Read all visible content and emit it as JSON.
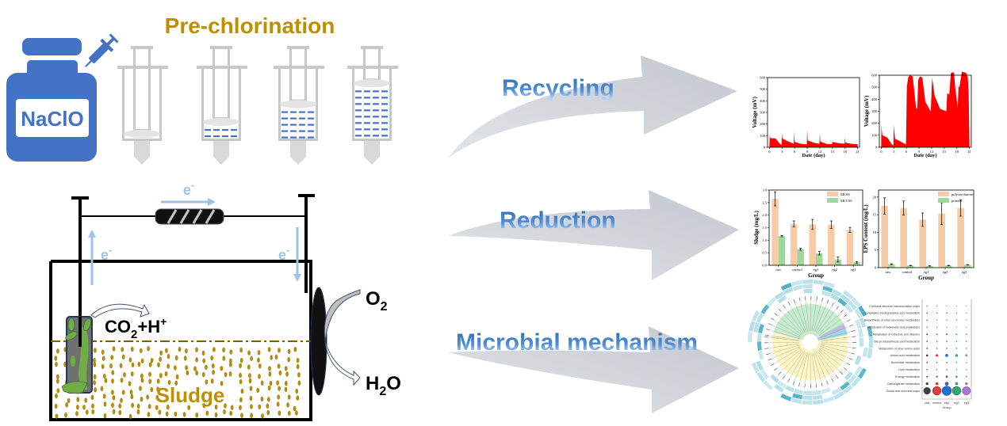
{
  "pre_chlorination": {
    "title": "Pre-chlorination",
    "bottle_label": "NaClO",
    "syringe_fill_levels": [
      0,
      0.2,
      0.5,
      0.85
    ]
  },
  "mfc": {
    "electron_label": "e",
    "electron_superscript": "-",
    "anode_product": "CO",
    "anode_product_sub": "2",
    "anode_product_tail": "+H",
    "anode_product_sup": "+",
    "cathode_input": "O",
    "cathode_input_sub": "2",
    "cathode_output_h": "H",
    "cathode_output_sub": "2",
    "cathode_output_o": "O",
    "sludge_label": "Sludge"
  },
  "flows": [
    {
      "label": "Recycling"
    },
    {
      "label": "Reduction"
    },
    {
      "label": "Microbial mechanism"
    }
  ],
  "colors": {
    "gold": "#bf8f00",
    "blue": "#4472c4",
    "light_blue": "#9dc3e6",
    "arrow_gray": "#c8cdd3",
    "red": "#ff0000",
    "orange_bar": "#f8cba6",
    "green_bar": "#9ed89d"
  },
  "chart_data": [
    {
      "type": "area",
      "title": "",
      "xlabel": "Date (day)",
      "ylabel": "Voltage (mV)",
      "xlim": [
        0,
        21
      ],
      "ylim": [
        0,
        600
      ],
      "xticks": [
        "0",
        "3",
        "6",
        "9",
        "12",
        "15",
        "18",
        "21"
      ],
      "yticks": [
        "0",
        "100",
        "200",
        "300",
        "400",
        "500",
        "600"
      ],
      "series": [
        {
          "name": "voltage",
          "color": "#ff0000",
          "x": [
            0,
            0.1,
            0.2,
            1.5,
            2.5,
            2.9,
            3.0,
            3.1,
            4.5,
            5.8,
            5.9,
            6.0,
            6.1,
            7.5,
            8.9,
            9.0,
            9.1,
            10.5,
            11.9,
            12.0,
            12.1,
            13.5,
            14.9,
            15.0,
            15.1,
            16.5,
            17.9,
            18.0,
            18.1,
            19.5,
            21
          ],
          "y": [
            0,
            115,
            80,
            75,
            30,
            20,
            120,
            75,
            50,
            30,
            140,
            60,
            45,
            30,
            25,
            150,
            60,
            40,
            30,
            120,
            50,
            30,
            25,
            50,
            45,
            35,
            30,
            85,
            40,
            30,
            25
          ]
        }
      ]
    },
    {
      "type": "area",
      "title": "",
      "xlabel": "Date (day)",
      "ylabel": "Voltage (mV)",
      "xlim": [
        0,
        21
      ],
      "ylim": [
        0,
        600
      ],
      "xticks": [
        "0",
        "3",
        "6",
        "9",
        "12",
        "15",
        "18",
        "21"
      ],
      "yticks": [
        "0",
        "100",
        "200",
        "300",
        "400",
        "500",
        "600"
      ],
      "series": [
        {
          "name": "voltage",
          "color": "#ff0000",
          "x": [
            0,
            0.05,
            0.15,
            0.3,
            1.5,
            2.5,
            2.9,
            3.0,
            3.1,
            3.3,
            4.5,
            5.5,
            5.9,
            6.0,
            6.1,
            6.4,
            6.8,
            7.5,
            8.3,
            8.6,
            8.8,
            9.2,
            9.8,
            10.5,
            11.6,
            11.8,
            12.1,
            12.7,
            14,
            15.5,
            15.7,
            16.2,
            16.6,
            17.3,
            17.6,
            18.2,
            18.4,
            18.6,
            19.2,
            20.2,
            20.6,
            20.8,
            21
          ],
          "y": [
            0,
            190,
            140,
            100,
            80,
            25,
            15,
            185,
            140,
            70,
            50,
            30,
            25,
            230,
            500,
            580,
            600,
            590,
            330,
            320,
            560,
            590,
            580,
            380,
            310,
            300,
            580,
            430,
            320,
            300,
            450,
            440,
            620,
            625,
            500,
            330,
            510,
            500,
            630,
            620,
            580,
            460,
            0
          ]
        }
      ]
    },
    {
      "type": "bar",
      "title": "",
      "xlabel": "Group",
      "ylabel": "Sludge (mg/L)",
      "ylim": [
        0,
        3.0
      ],
      "yticks": [
        "0.0",
        "0.5",
        "1.0",
        "1.5",
        "2.0",
        "2.5",
        "3.0"
      ],
      "categories": [
        "raw",
        "control",
        "eg1",
        "eg2",
        "eg3"
      ],
      "legend_position": "top-right",
      "series": [
        {
          "name": "MLSS",
          "color": "#f8cba6",
          "values": [
            2.65,
            1.65,
            1.63,
            1.62,
            1.41
          ],
          "errors": [
            0.28,
            0.12,
            0.2,
            0.15,
            0.1
          ]
        },
        {
          "name": "MLVSS",
          "color": "#9ed89d",
          "values": [
            1.16,
            0.64,
            0.48,
            0.23,
            0.12
          ],
          "errors": [
            0.02,
            0.04,
            0.07,
            0.1,
            0.03
          ]
        }
      ]
    },
    {
      "type": "bar",
      "title": "",
      "xlabel": "Group",
      "ylabel": "EPS Content (mg/L)",
      "ylim": [
        0,
        22
      ],
      "yticks": [
        "0",
        "5",
        "10",
        "15",
        "20"
      ],
      "categories": [
        "raw",
        "control",
        "eg1",
        "eg2",
        "eg3"
      ],
      "legend_position": "top-right",
      "series": [
        {
          "name": "polysaccharose",
          "color": "#f8cba6",
          "values": [
            17.5,
            16.9,
            13.6,
            15.3,
            16.9
          ],
          "errors": [
            2.3,
            2.0,
            1.9,
            3.1,
            2.3
          ]
        },
        {
          "name": "protein",
          "color": "#9ed89d",
          "values": [
            1.0,
            0.6,
            0.5,
            0.6,
            0.8
          ],
          "errors": [
            0.1,
            0.05,
            0.05,
            0.05,
            0.05
          ]
        }
      ]
    },
    {
      "type": "scatter",
      "title": "",
      "xlabel": "Group",
      "ylabel": "",
      "categories": [
        "raw",
        "control",
        "eg1",
        "eg2",
        "eg3"
      ],
      "pathways": [
        "Chemical structure transformation maps",
        "Xenobiotics biodegradation and metabolism",
        "Biosynthesis of other secondary metabolites",
        "Metabolism of terpenoids and polyketides",
        "Metabolism of cofactors and vitamins",
        "Glycan biosynthesis and metabolism",
        "Metabolism of other amino acids",
        "Amino acid metabolism",
        "Nucleotide metabolism",
        "Lipid metabolism",
        "Energy metabolism",
        "Carbohydrate metabolism",
        "Global and overview maps"
      ],
      "group_colors": [
        "#404040",
        "#e83a3a",
        "#1f6fdb",
        "#2ea86a",
        "#a974dc"
      ],
      "relative_sizes": [
        [
          0.02,
          0.02,
          0.02,
          0.02,
          0.02
        ],
        [
          0.05,
          0.05,
          0.05,
          0.05,
          0.05
        ],
        [
          0.03,
          0.03,
          0.03,
          0.03,
          0.03
        ],
        [
          0.03,
          0.03,
          0.03,
          0.03,
          0.03
        ],
        [
          0.08,
          0.08,
          0.1,
          0.08,
          0.08
        ],
        [
          0.05,
          0.05,
          0.06,
          0.05,
          0.05
        ],
        [
          0.06,
          0.06,
          0.06,
          0.06,
          0.06
        ],
        [
          0.15,
          0.2,
          0.25,
          0.22,
          0.18
        ],
        [
          0.06,
          0.06,
          0.06,
          0.06,
          0.06
        ],
        [
          0.05,
          0.05,
          0.06,
          0.05,
          0.05
        ],
        [
          0.08,
          0.12,
          0.16,
          0.14,
          0.1
        ],
        [
          0.2,
          0.25,
          0.28,
          0.26,
          0.24
        ],
        [
          0.7,
          0.9,
          1.0,
          0.9,
          0.85
        ]
      ]
    }
  ]
}
